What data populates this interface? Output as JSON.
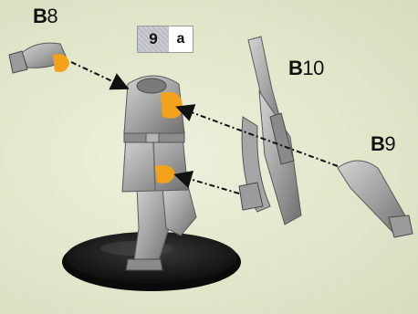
{
  "step": {
    "number": "9",
    "sub": "a"
  },
  "labels": {
    "b8": {
      "letter": "B",
      "number": "8"
    },
    "b10": {
      "letter": "B",
      "number": "10"
    },
    "b9": {
      "letter": "B",
      "number": "9"
    }
  },
  "colors": {
    "background": "#dfe6c9",
    "miniature_grey": "#a8a8a8",
    "glue_point": "#f4a21b",
    "base": "#1c1c1c"
  }
}
